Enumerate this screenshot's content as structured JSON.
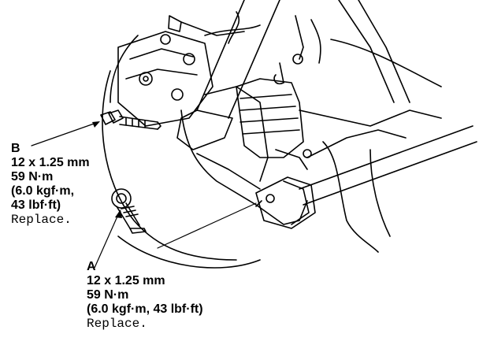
{
  "callouts": {
    "b": {
      "letter": "B",
      "size": "12 x 1.25 mm",
      "torque_nm": "59 N·m",
      "torque_kgf": "(6.0 kgf·m,",
      "torque_lbf": "43 lbf·ft)",
      "note": "Replace."
    },
    "a": {
      "letter": "A",
      "size": "12 x 1.25 mm",
      "torque_nm": "59 N·m",
      "torque_metric_imperial": "(6.0 kgf·m, 43 lbf·ft)",
      "note": "Replace."
    }
  },
  "colors": {
    "ink": "#000000",
    "paper": "#ffffff"
  }
}
